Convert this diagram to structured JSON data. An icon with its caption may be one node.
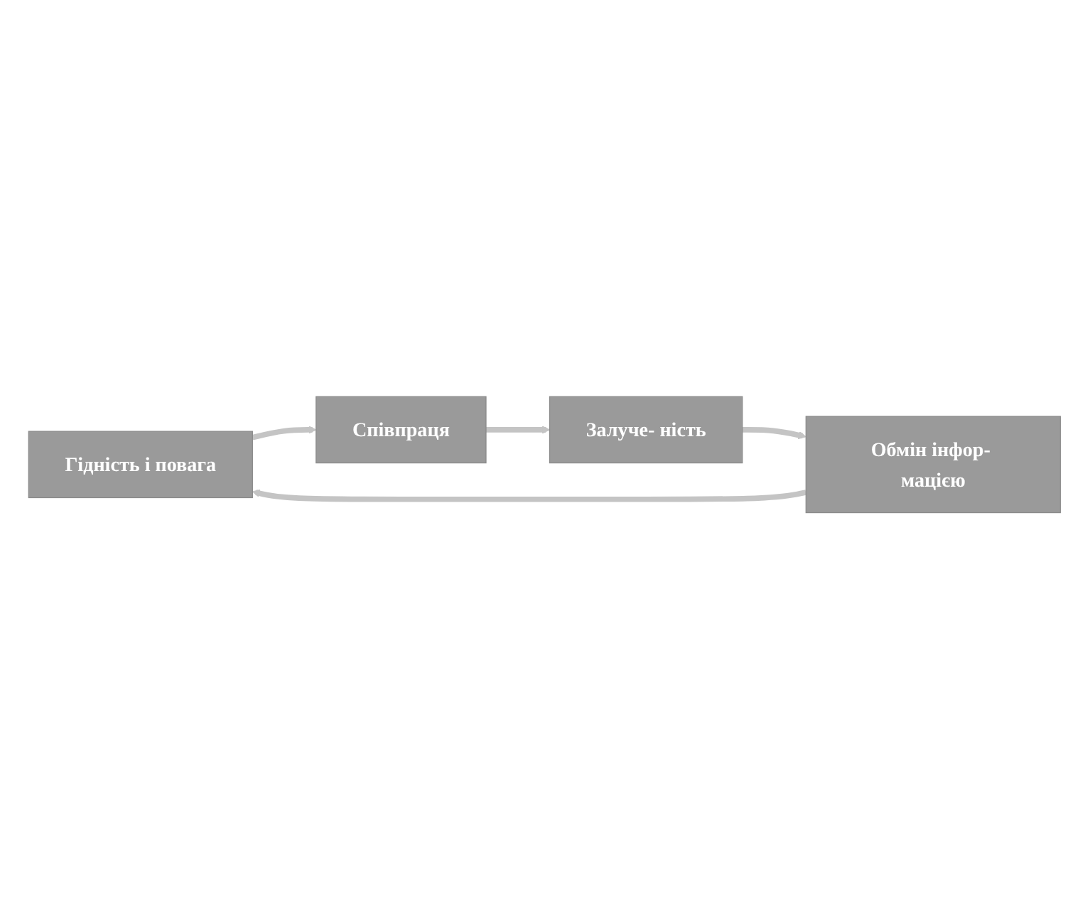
{
  "diagram": {
    "nodes": [
      {
        "text": [
          "Гідність і повага"
        ]
      },
      {
        "text": [
          "Співпраця"
        ]
      },
      {
        "text": [
          "Залуче- ність"
        ]
      },
      {
        "text": [
          "Обмін інфор- мацією"
        ]
      }
    ],
    "edges": [
      {
        "from": 0,
        "to": 1,
        "arrow": "to"
      },
      {
        "from": 1,
        "to": 2,
        "arrow": "to"
      },
      {
        "from": 2,
        "to": 3,
        "arrow": "to"
      },
      {
        "from": 3,
        "to": 0,
        "arrow": "to"
      }
    ]
  }
}
